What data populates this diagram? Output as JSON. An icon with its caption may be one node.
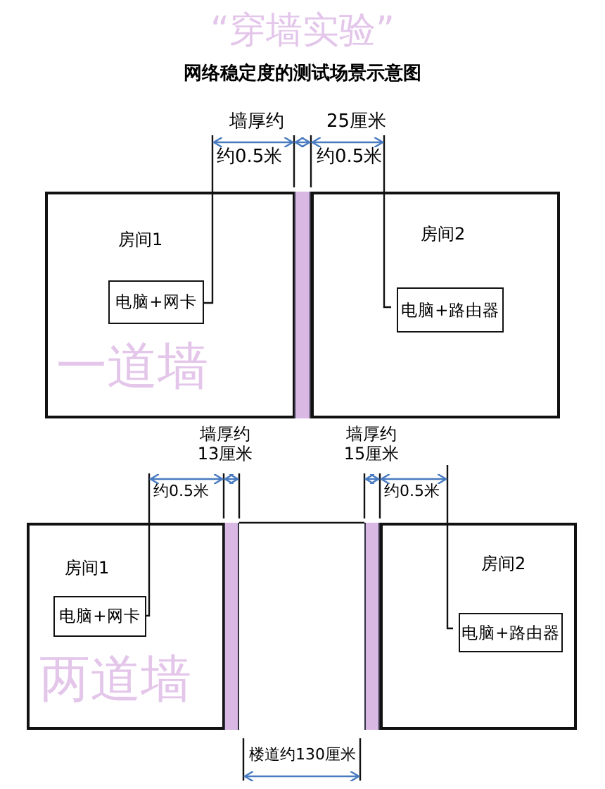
{
  "diagram": {
    "title": "“穿墙实验”",
    "nodes": [
      {
        "text": [
          "房间1"
        ]
      },
      {
        "text": [
          "电脑+网卡"
        ],
        "in": 0
      },
      {
        "text": [],
        "shape": "bar"
      },
      {
        "text": [
          "房间2"
        ]
      },
      {
        "text": [
          "电脑+路由器"
        ],
        "in": 3
      },
      {
        "text": [
          "房间1"
        ]
      },
      {
        "text": [
          "电脑+网卡"
        ],
        "in": 5
      },
      {
        "text": [],
        "shape": "bar"
      },
      {
        "text": [],
        "shape": "bar"
      },
      {
        "text": [
          "房间2"
        ]
      },
      {
        "text": [
          "电脑+路由器"
        ],
        "in": 9
      }
    ],
    "edges": [],
    "labels": [
      "网络稳定度的测试场景示意图",
      "墙厚约",
      "25厘米",
      "约0.5米",
      "约0.5米",
      "一道墙",
      "墙厚约 13厘米",
      "墙厚约 15厘米",
      "约0.5米",
      "约0.5米",
      "两道墙",
      "楼道约130厘米"
    ]
  }
}
